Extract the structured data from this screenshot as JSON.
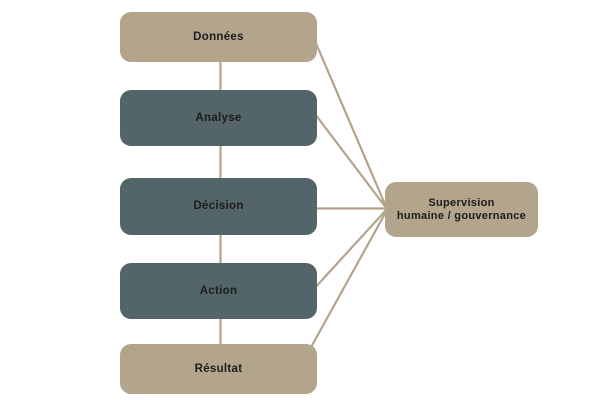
{
  "diagram": {
    "background": "#ffffff",
    "colors": {
      "tan_node": "#b3a48c",
      "slate_node": "#546569",
      "connector_line": "#b3a48c",
      "label_text": "#1c1c1c"
    },
    "flow_nodes": [
      {
        "id": "donnees",
        "label": "Données",
        "variant": "tan"
      },
      {
        "id": "analyse",
        "label": "Analyse",
        "variant": "slate"
      },
      {
        "id": "decision",
        "label": "Décision",
        "variant": "slate"
      },
      {
        "id": "action",
        "label": "Action",
        "variant": "slate"
      },
      {
        "id": "resultat",
        "label": "Résultat",
        "variant": "tan"
      }
    ],
    "supervision_node": {
      "id": "supervision",
      "label_line1": "Supervision",
      "label_line2": "humaine / gouvernance",
      "variant": "tan"
    },
    "edges": [
      {
        "from": "donnees",
        "to": "analyse",
        "type": "vertical"
      },
      {
        "from": "analyse",
        "to": "decision",
        "type": "vertical"
      },
      {
        "from": "decision",
        "to": "action",
        "type": "vertical"
      },
      {
        "from": "action",
        "to": "resultat",
        "type": "vertical"
      },
      {
        "from": "donnees",
        "to": "supervision",
        "type": "diagonal"
      },
      {
        "from": "analyse",
        "to": "supervision",
        "type": "diagonal"
      },
      {
        "from": "decision",
        "to": "supervision",
        "type": "horizontal"
      },
      {
        "from": "action",
        "to": "supervision",
        "type": "diagonal"
      },
      {
        "from": "resultat",
        "to": "supervision",
        "type": "diagonal"
      }
    ]
  }
}
